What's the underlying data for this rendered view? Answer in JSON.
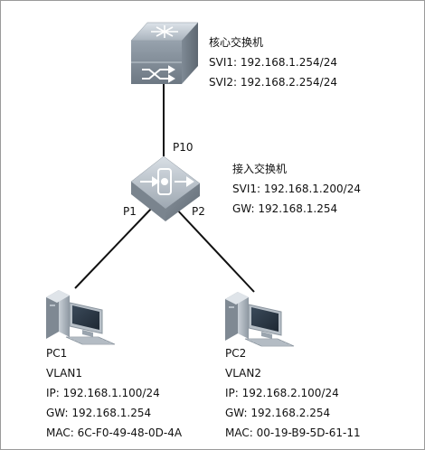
{
  "core_switch": {
    "icon": "layer3-switch-icon",
    "name": "核心交换机",
    "svi1": "SVI1: 192.168.1.254/24",
    "svi2": "SVI2: 192.168.2.254/24"
  },
  "access_switch": {
    "icon": "layer2-switch-icon",
    "name": "接入交换机",
    "svi1": "SVI1: 192.168.1.200/24",
    "gw": "GW: 192.168.1.254"
  },
  "ports": {
    "p10": "P10",
    "p1": "P1",
    "p2": "P2"
  },
  "pc1": {
    "icon": "workstation-icon",
    "name": "PC1",
    "vlan": "VLAN1",
    "ip": "IP: 192.168.1.100/24",
    "gw": "GW: 192.168.1.254",
    "mac": "MAC: 6C-F0-49-48-0D-4A"
  },
  "pc2": {
    "icon": "workstation-icon",
    "name": "PC2",
    "vlan": "VLAN2",
    "ip": "IP: 192.168.2.100/24",
    "gw": "GW: 192.168.2.254",
    "mac": "MAC: 00-19-B9-5D-61-11"
  }
}
